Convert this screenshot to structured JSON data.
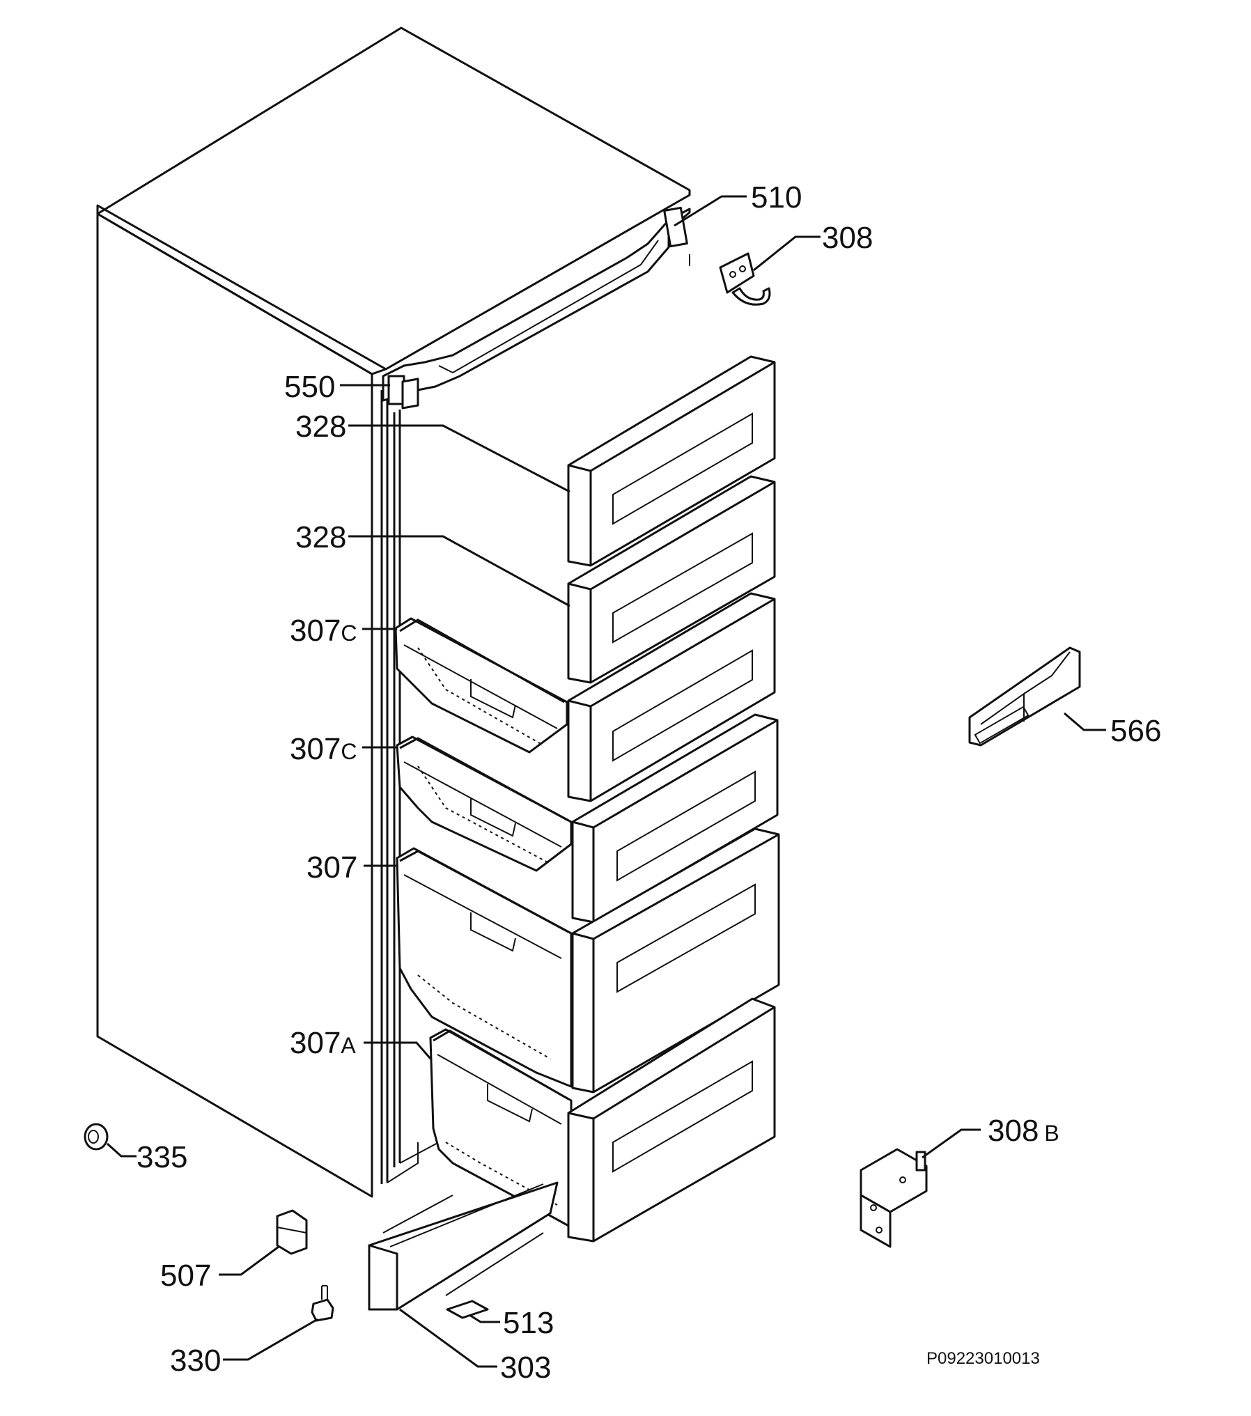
{
  "diagram_code": "P09223010013",
  "labels": {
    "door_top_hinge_cover": "510",
    "hinge_top": "308",
    "top_trim_left": "550",
    "flap_upper": "328",
    "flap_lower": "328",
    "drawer_c1": "307",
    "drawer_c1_suffix": "C",
    "drawer_c2": "307",
    "drawer_c2_suffix": "C",
    "drawer_main": "307",
    "drawer_a": "307",
    "drawer_a_suffix": "A",
    "spacer_566": "566",
    "foot_cap": "335",
    "hinge_bottom": "308",
    "hinge_bottom_suffix": "B",
    "clip_507": "507",
    "part_513": "513",
    "adjustable_foot": "330",
    "kick_plate": "303"
  }
}
